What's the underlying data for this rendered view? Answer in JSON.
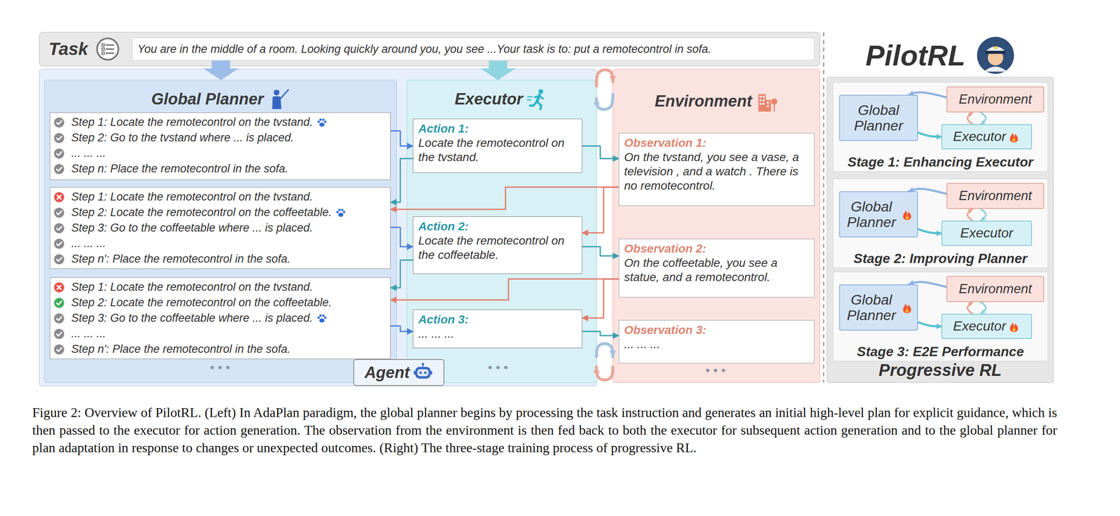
{
  "diagram": {
    "caption": "Figure 2: Overview of PilotRL. (Left) In AdaPlan paradigm, the global planner begins by processing the task instruction and generates an initial high-level plan for explicit guidance, which is then passed to the executor for action generation. The observation from the environment is then fed back to both the executor for subsequent action generation and to the global planner for plan adaptation in response to changes or unexpected outcomes. (Right) The three-stage training process of progressive RL.",
    "nodes": [
      {
        "text": [
          "Task"
        ]
      },
      {
        "text": [
          "You are in the middle of a room. Looking quickly around you, you see ...Your task is to: put a remotecontrol in sofa."
        ],
        "in": 0
      },
      {
        "text": [
          "Agent"
        ]
      },
      {
        "text": [
          "Global Planner"
        ],
        "in": 2
      },
      {
        "text": [
          "Step 1: Locate the remotecontrol on the tvstand.",
          "Step 2: Go to the tvstand where ... is placed.",
          "... ... ...",
          "Step n: Place the remotecontrol in the sofa."
        ],
        "in": 3
      },
      {
        "text": [
          "Step 1: Locate the remotecontrol on the tvstand.",
          "Step 2: Locate the remotecontrol on the coffeetable.",
          "Step 3: Go to the coffeetable where ... is placed.",
          "... ... ...",
          "Step n': Place the remotecontrol in the sofa."
        ],
        "in": 3
      },
      {
        "text": [
          "Step 1: Locate the remotecontrol on the tvstand.",
          "Step 2: Locate the remotecontrol on the coffeetable.",
          "Step 3: Go to the coffeetable where ... is placed.",
          "... ... ...",
          "Step n': Place the remotecontrol in the sofa."
        ],
        "in": 3
      },
      {
        "text": [
          "Executor"
        ],
        "in": 2
      },
      {
        "text": [
          "Action 1:",
          "Locate the remotecontrol on the tvstand."
        ],
        "in": 7
      },
      {
        "text": [
          "Action 2:",
          "Locate the remotecontrol on the coffeetable."
        ],
        "in": 7
      },
      {
        "text": [
          "Action 3:",
          "... ... ..."
        ],
        "in": 7
      },
      {
        "text": [
          "Environment"
        ]
      },
      {
        "text": [
          "Observation 1:",
          "On the tvstand, you see a vase, a television , and a watch . There is no remotecontrol."
        ],
        "in": 11
      },
      {
        "text": [
          "Observation 2:",
          "On the coffeetable, you see a statue, and a remotecontrol."
        ],
        "in": 11
      },
      {
        "text": [
          "Observation 3:",
          "... ... ..."
        ],
        "in": 11
      },
      {
        "text": [
          "PilotRL",
          "Progressive RL"
        ]
      },
      {
        "text": [
          "Stage 1: Enhancing Executor"
        ],
        "in": 15
      },
      {
        "text": [
          "Global Planner"
        ],
        "in": 16
      },
      {
        "text": [
          "Environment"
        ],
        "in": 16
      },
      {
        "text": [
          "Executor"
        ],
        "in": 16
      },
      {
        "text": [
          "Stage 2: Improving Planner"
        ],
        "in": 15
      },
      {
        "text": [
          "Global Planner"
        ],
        "in": 20
      },
      {
        "text": [
          "Environment"
        ],
        "in": 20
      },
      {
        "text": [
          "Executor"
        ],
        "in": 20
      },
      {
        "text": [
          "Stage 3: E2E Performance"
        ],
        "in": 15
      },
      {
        "text": [
          "Global Planner"
        ],
        "in": 24
      },
      {
        "text": [
          "Environment"
        ],
        "in": 24
      },
      {
        "text": [
          "Executor"
        ],
        "in": 24
      }
    ],
    "edges": [
      {
        "from": 1,
        "to": 3,
        "arrow": "to"
      },
      {
        "from": 1,
        "to": 7,
        "arrow": "to"
      },
      {
        "from": 7,
        "to": 11,
        "arrow": "to"
      },
      {
        "from": 11,
        "to": 7,
        "arrow": "to"
      },
      {
        "from": 7,
        "to": 11,
        "arrow": "to"
      },
      {
        "from": 11,
        "to": 7,
        "arrow": "to"
      },
      {
        "from": 4,
        "to": 8,
        "arrow": "to"
      },
      {
        "from": 8,
        "to": 12,
        "arrow": "to"
      },
      {
        "from": 8,
        "to": 5,
        "arrow": "to"
      },
      {
        "from": 12,
        "to": 5,
        "arrow": "to"
      },
      {
        "from": 12,
        "to": 9,
        "arrow": "to"
      },
      {
        "from": 5,
        "to": 9,
        "arrow": "to"
      },
      {
        "from": 9,
        "to": 13,
        "arrow": "to"
      },
      {
        "from": 9,
        "to": 6,
        "arrow": "to"
      },
      {
        "from": 13,
        "to": 6,
        "arrow": "to"
      },
      {
        "from": 13,
        "to": 10,
        "arrow": "to"
      },
      {
        "from": 6,
        "to": 10,
        "arrow": "to"
      },
      {
        "from": 10,
        "to": 14,
        "arrow": "to"
      },
      {
        "from": 18,
        "to": 17,
        "arrow": "to"
      },
      {
        "from": 17,
        "to": 19,
        "arrow": "to"
      },
      {
        "from": 19,
        "to": 18,
        "arrow": "to"
      },
      {
        "from": 18,
        "to": 19,
        "arrow": "to"
      },
      {
        "from": 22,
        "to": 21,
        "arrow": "to"
      },
      {
        "from": 21,
        "to": 23,
        "arrow": "to"
      },
      {
        "from": 23,
        "to": 22,
        "arrow": "to"
      },
      {
        "from": 22,
        "to": 23,
        "arrow": "to"
      },
      {
        "from": 26,
        "to": 25,
        "arrow": "to"
      },
      {
        "from": 25,
        "to": 27,
        "arrow": "to"
      },
      {
        "from": 27,
        "to": 26,
        "arrow": "to"
      },
      {
        "from": 26,
        "to": 27,
        "arrow": "to"
      }
    ],
    "labels": [
      "• • •",
      "• • •",
      "• • •"
    ]
  }
}
